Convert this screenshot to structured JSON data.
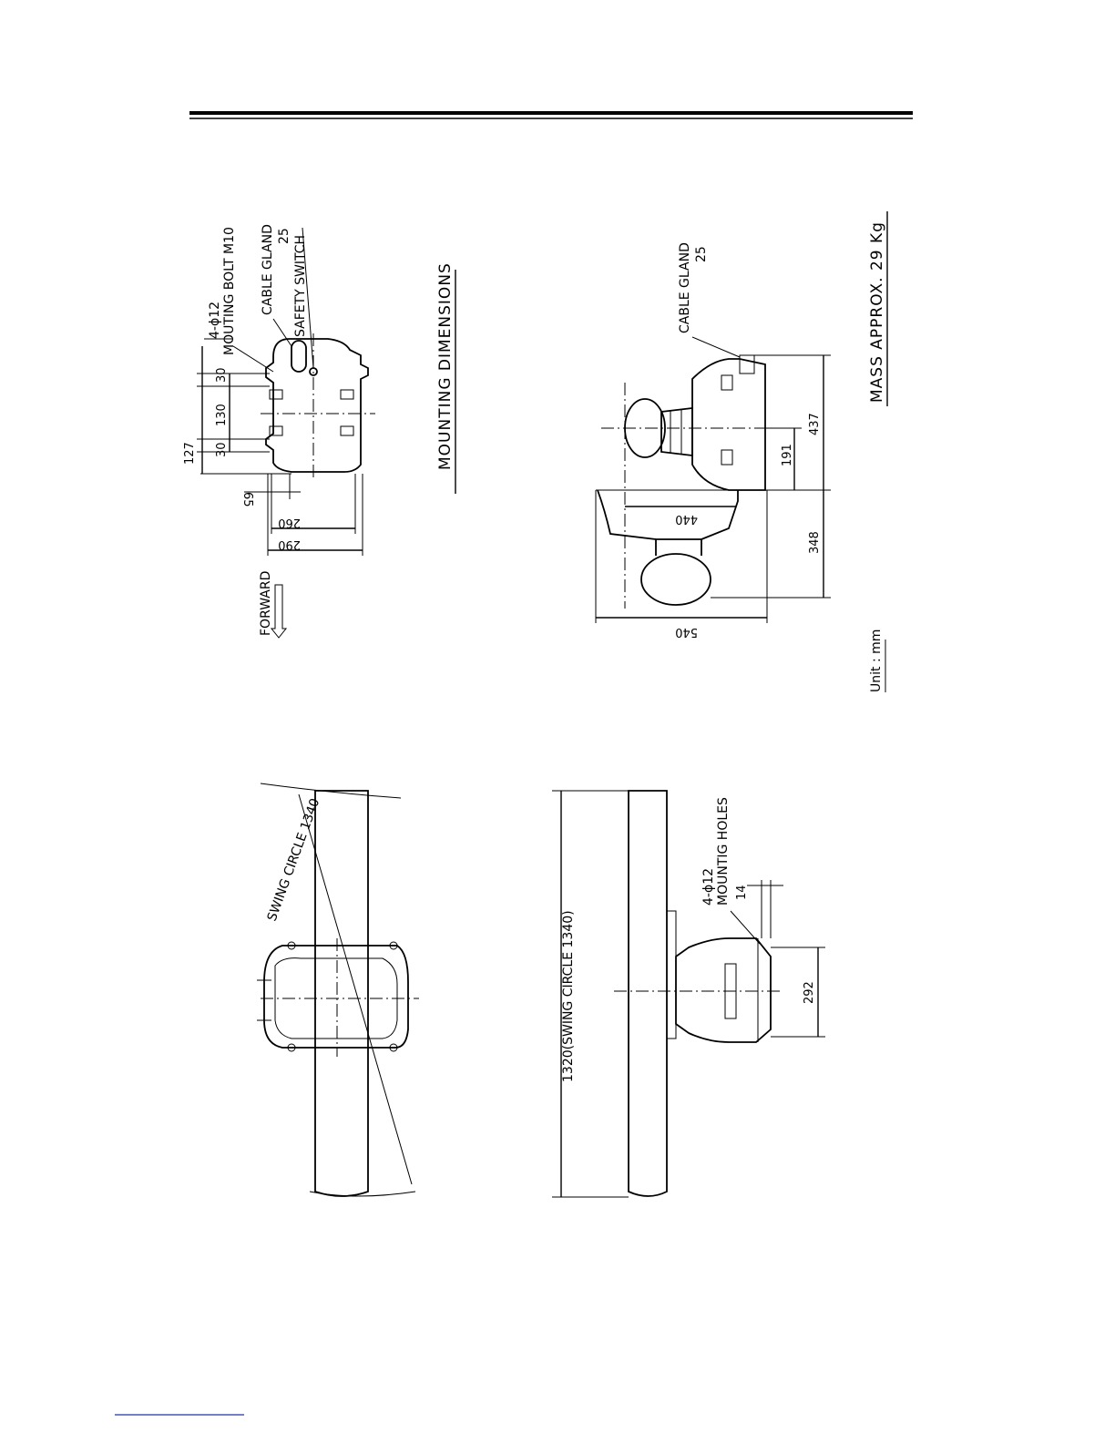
{
  "labels": {
    "bolt_count": "4-ϕ12",
    "mounting_bolt": "MOUTING BOLT M10",
    "cable_gland": "CABLE GLAND",
    "cable_gland_size": "25",
    "safety_switch": "SAFETY SWITCH",
    "forward": "FORWARD",
    "mounting_dimensions": "MOUNTING DIMENSIONS",
    "mass": "MASS APPROX.  29 Kg",
    "unit": "Unit : mm",
    "swing_circle": "SWING CIRCLE 1340",
    "overall_length": "1320(SWING CIRCLE 1340)",
    "mounting_holes_count": "4-ϕ12",
    "mounting_holes": "MOUNTIG HOLES"
  },
  "dimensions": {
    "d127": "127",
    "d30a": "30",
    "d130": "130",
    "d30b": "30",
    "d65": "65",
    "d260": "260",
    "d290": "290",
    "d440": "440",
    "d540": "540",
    "d191": "191",
    "d437": "437",
    "d348": "348",
    "d292": "292",
    "d14": "14"
  }
}
